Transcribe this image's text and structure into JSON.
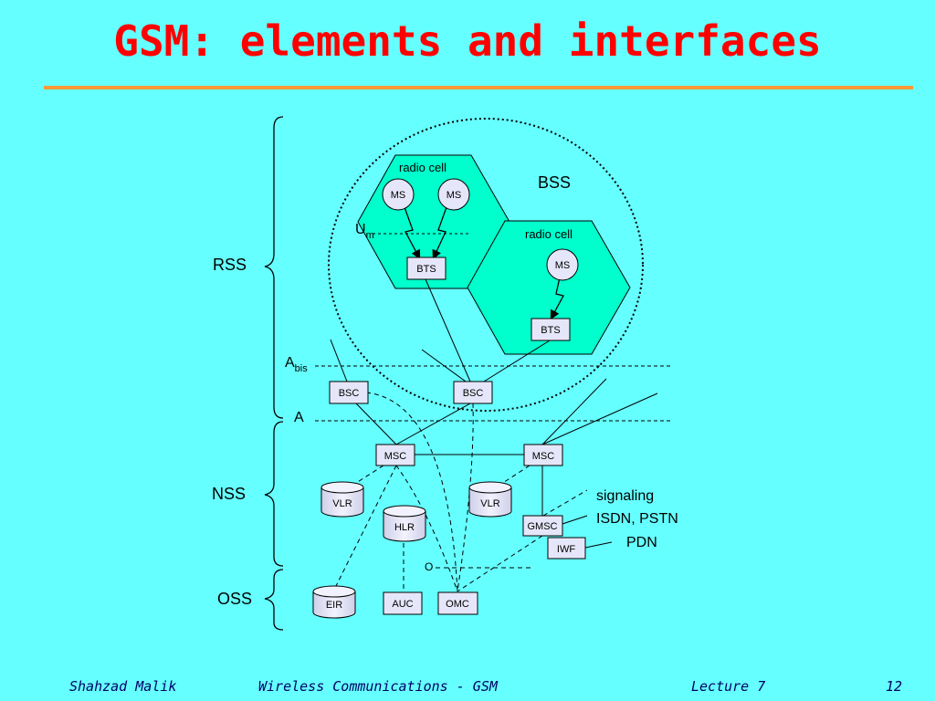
{
  "title": "GSM: elements and interfaces",
  "subsystems": {
    "rss": "RSS",
    "nss": "NSS",
    "oss": "OSS",
    "bss": "BSS"
  },
  "cells": {
    "cell1_label": "radio cell",
    "cell2_label": "radio cell"
  },
  "nodes": {
    "ms1": "MS",
    "ms2": "MS",
    "ms3": "MS",
    "bts1": "BTS",
    "bts2": "BTS",
    "bsc1": "BSC",
    "bsc2": "BSC",
    "msc1": "MSC",
    "msc2": "MSC",
    "vlr1": "VLR",
    "vlr2": "VLR",
    "hlr": "HLR",
    "gmsc": "GMSC",
    "iwf": "IWF",
    "eir": "EIR",
    "auc": "AUC",
    "omc": "OMC"
  },
  "interfaces": {
    "um_main": "U",
    "um_sub": "m",
    "abis_main": "A",
    "abis_sub": "bis",
    "a": "A",
    "o": "O"
  },
  "external": {
    "signaling": "signaling",
    "isdn": "ISDN, PSTN",
    "pdn": "PDN"
  },
  "footer": {
    "author": "Shahzad Malik",
    "course": "Wireless Communications - GSM",
    "lecture": "Lecture 7",
    "page": "12"
  },
  "colors": {
    "background": "#66FFFF",
    "title": "#FF0000",
    "rule": "#FF9933",
    "cell_fill": "#00FFCC",
    "node_fill": "#E6E6FA",
    "footer_text": "#000066"
  }
}
